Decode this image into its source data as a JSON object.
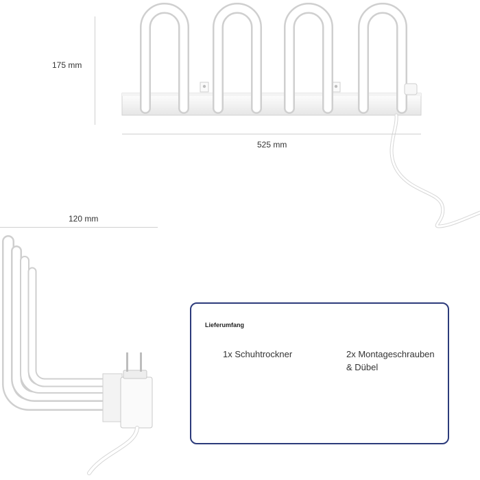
{
  "dimensions": {
    "height": "175 mm",
    "width": "525 mm",
    "depth": "120 mm"
  },
  "scope": {
    "title": "Lieferumfang",
    "item1": "1x Schuhtrockner",
    "item2_line1": "2x Montageschrauben",
    "item2_line2": "& Dübel"
  },
  "colors": {
    "frame_border": "#2b3a7a",
    "dimension_line": "#cfcfcf",
    "product": "#ffffff"
  }
}
